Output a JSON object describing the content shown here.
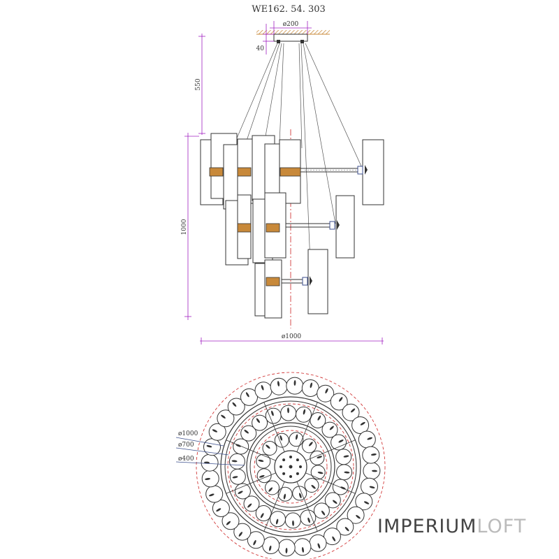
{
  "drawing": {
    "model": "WE162. 54. 303"
  },
  "dimensions": {
    "canopy_diameter": "ø200",
    "canopy_height": "40",
    "suspension_height": "550",
    "body_height": "1000",
    "overall_diameter": "ø1000"
  },
  "plan_view": {
    "outer_ring": "ø1000",
    "middle_ring": "ø700",
    "inner_ring": "ø400"
  },
  "brand": {
    "part1": "IMPERIUM",
    "part2": "LOFT"
  },
  "colors": {
    "line": "#333333",
    "dimension": "#a020c0",
    "axis": "#cc2222",
    "accent": "#c8893a",
    "brand_dark": "#444444",
    "brand_light": "#bbbbbb"
  }
}
